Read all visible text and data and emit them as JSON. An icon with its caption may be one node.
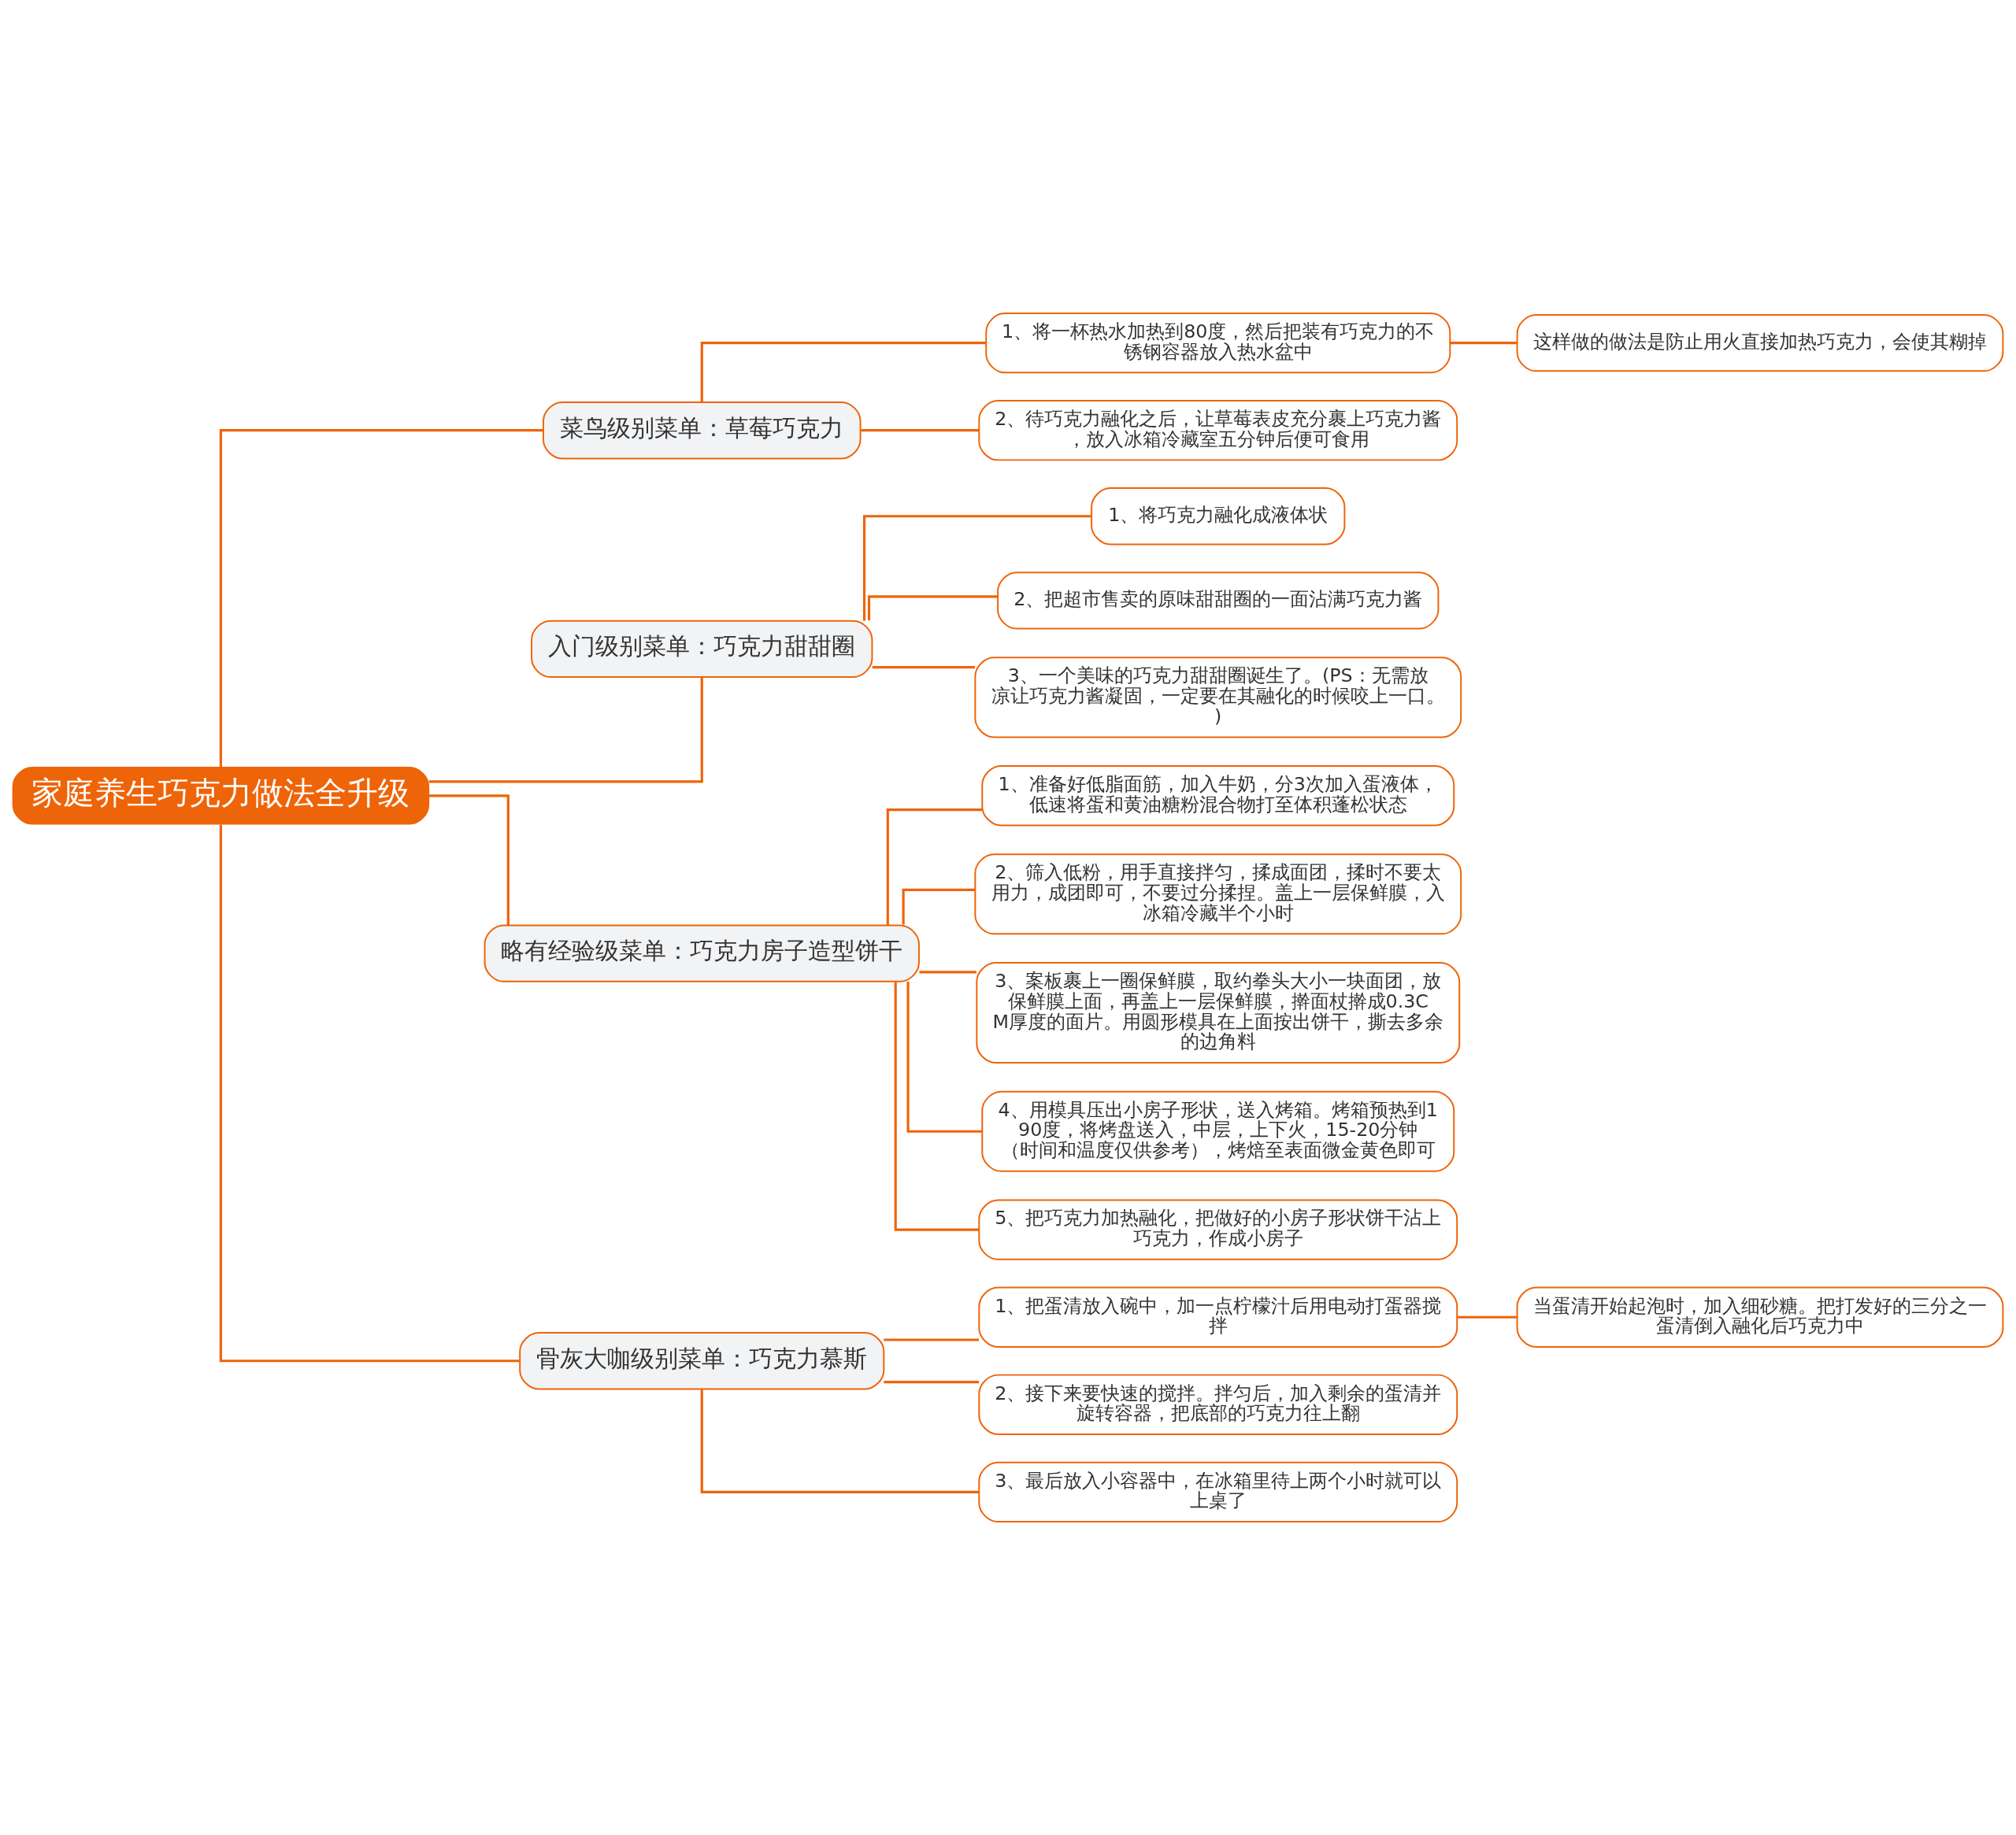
{
  "diagram": {
    "nodes": [
      {
        "text": [
          "家庭养生巧克力做法全升级"
        ]
      },
      {
        "text": [
          "菜鸟级别菜单：草莓巧克力"
        ]
      },
      {
        "text": [
          "1、将一杯热水加热到80度，然后把装有巧克力的不锈钢容器放入热水盆中"
        ]
      },
      {
        "text": [
          "这样做的做法是防止用火直接加热巧克力，会使其糊掉"
        ]
      },
      {
        "text": [
          "2、待巧克力融化之后，让草莓表皮充分裹上巧克力酱，放入冰箱冷藏室五分钟后便可食用"
        ]
      },
      {
        "text": [
          "入门级别菜单：巧克力甜甜圈"
        ]
      },
      {
        "text": [
          "1、将巧克力融化成液体状"
        ]
      },
      {
        "text": [
          "2、把超市售卖的原味甜甜圈的一面沾满巧克力酱"
        ]
      },
      {
        "text": [
          "3、一个美味的巧克力甜甜圈诞生了。(PS：无需放凉让巧克力酱凝固，一定要在其融化的时候咬上一口。)"
        ]
      },
      {
        "text": [
          "略有经验级菜单：巧克力房子造型饼干"
        ]
      },
      {
        "text": [
          "1、准备好低脂面筋，加入牛奶，分3次加入蛋液体，低速将蛋和黄油糖粉混合物打至体积蓬松状态"
        ]
      },
      {
        "text": [
          "2、筛入低粉，用手直接拌匀，揉成面团，揉时不要太用力，成团即可，不要过分揉捏。盖上一层保鲜膜，入冰箱冷藏半个小时"
        ]
      },
      {
        "text": [
          "3、案板裹上一圈保鲜膜，取约拳头大小一块面团，放保鲜膜上面，再盖上一层保鲜膜，擀面杖擀成0.3CM厚度的面片。用圆形模具在上面按出饼干，撕去多余的边角料"
        ]
      },
      {
        "text": [
          "4、用模具压出小房子形状，送入烤箱。烤箱预热到190度，将烤盘送入，中层，上下火，15-20分钟（时间和温度仅供参考），烤焙至表面微金黄色即可"
        ]
      },
      {
        "text": [
          "5、把巧克力加热融化，把做好的小房子形状饼干沾上巧克力，作成小房子"
        ]
      },
      {
        "text": [
          "骨灰大咖级别菜单：巧克力慕斯"
        ]
      },
      {
        "text": [
          "1、把蛋清放入碗中，加一点柠檬汁后用电动打蛋器搅拌"
        ]
      },
      {
        "text": [
          "当蛋清开始起泡时，加入细砂糖。把打发好的三分之一蛋清倒入融化后巧克力中"
        ]
      },
      {
        "text": [
          "2、接下来要快速的搅拌。拌匀后，加入剩余的蛋清并旋转容器，把底部的巧克力往上翻"
        ]
      },
      {
        "text": [
          "3、最后放入小容器中，在冰箱里待上两个小时就可以上桌了"
        ]
      }
    ],
    "edges": [
      {
        "from": 0,
        "to": 1,
        "arrow": "none"
      },
      {
        "from": 1,
        "to": 2,
        "arrow": "none"
      },
      {
        "from": 2,
        "to": 3,
        "arrow": "none"
      },
      {
        "from": 1,
        "to": 4,
        "arrow": "none"
      },
      {
        "from": 0,
        "to": 5,
        "arrow": "none"
      },
      {
        "from": 5,
        "to": 6,
        "arrow": "none"
      },
      {
        "from": 5,
        "to": 7,
        "arrow": "none"
      },
      {
        "from": 5,
        "to": 8,
        "arrow": "none"
      },
      {
        "from": 0,
        "to": 9,
        "arrow": "none"
      },
      {
        "from": 9,
        "to": 10,
        "arrow": "none"
      },
      {
        "from": 9,
        "to": 11,
        "arrow": "none"
      },
      {
        "from": 9,
        "to": 12,
        "arrow": "none"
      },
      {
        "from": 9,
        "to": 13,
        "arrow": "none"
      },
      {
        "from": 9,
        "to": 14,
        "arrow": "none"
      },
      {
        "from": 0,
        "to": 15,
        "arrow": "none"
      },
      {
        "from": 15,
        "to": 16,
        "arrow": "none"
      },
      {
        "from": 16,
        "to": 17,
        "arrow": "none"
      },
      {
        "from": 15,
        "to": 18,
        "arrow": "none"
      },
      {
        "from": 15,
        "to": 19,
        "arrow": "none"
      }
    ]
  }
}
